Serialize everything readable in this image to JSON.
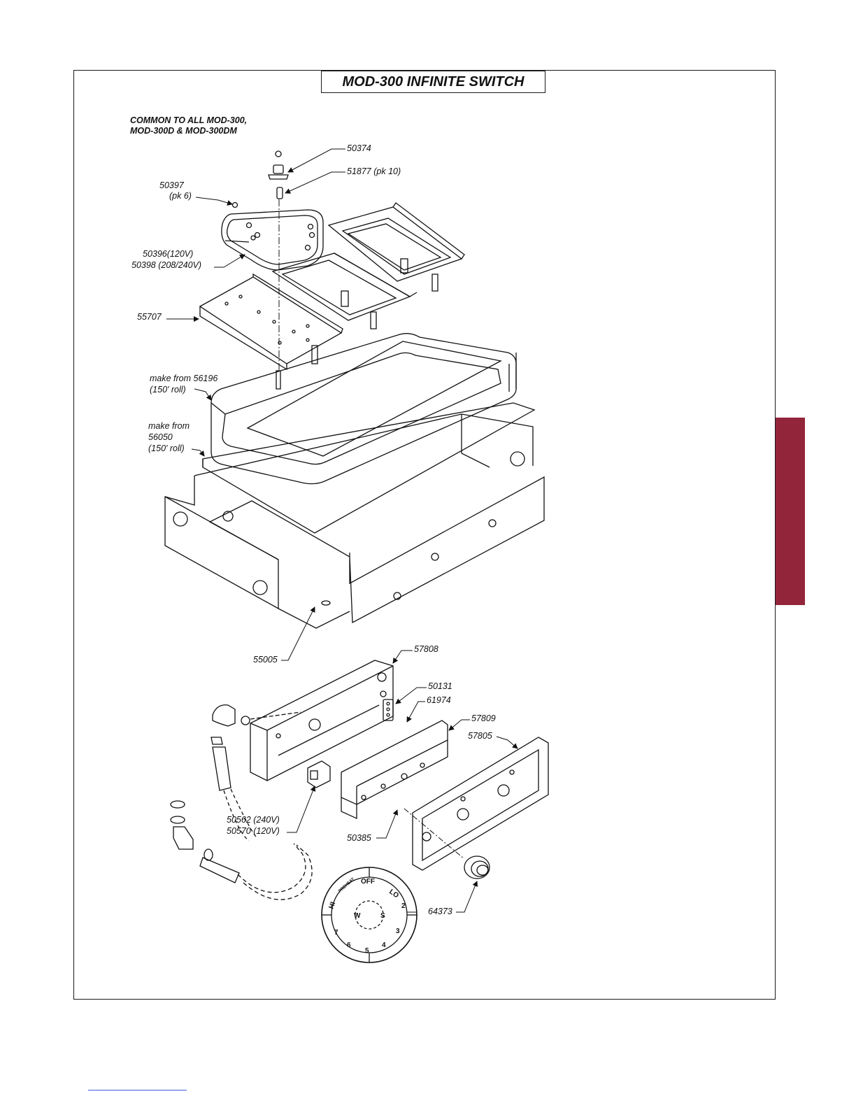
{
  "title": "MOD-300 INFINITE SWITCH",
  "common_note": [
    "COMMON TO ALL MOD-300,",
    "MOD-300D & MOD-300DM"
  ],
  "parts": {
    "p50374": "50374",
    "p51877": "51877 (pk 10)",
    "p50397a": "50397",
    "p50397b": "(pk 6)",
    "p50396": "50396(120V)",
    "p50398": "50398 (208/240V)",
    "p55707": "55707",
    "p56196a": "make from 56196",
    "p56196b": "(150' roll)",
    "p56050a": "make from",
    "p56050b": "56050",
    "p56050c": "(150' roll)",
    "p55005": "55005",
    "p57808": "57808",
    "p50131": "50131",
    "p61974": "61974",
    "p57809": "57809",
    "p57805": "57805",
    "p50562": "50562 (240V)",
    "p50570": "50570 (120V)",
    "p50385": "50385",
    "p64373": "64373"
  },
  "dial": {
    "off": "OFF",
    "lo": "LO",
    "hi": "HI",
    "preheat": "PREHEAT",
    "numbers": [
      "2",
      "3",
      "4",
      "5",
      "6",
      "7"
    ],
    "w": "W",
    "s": "S"
  },
  "colors": {
    "tab": "#93253a",
    "ink": "#111111",
    "link": "#3b5bdb"
  }
}
